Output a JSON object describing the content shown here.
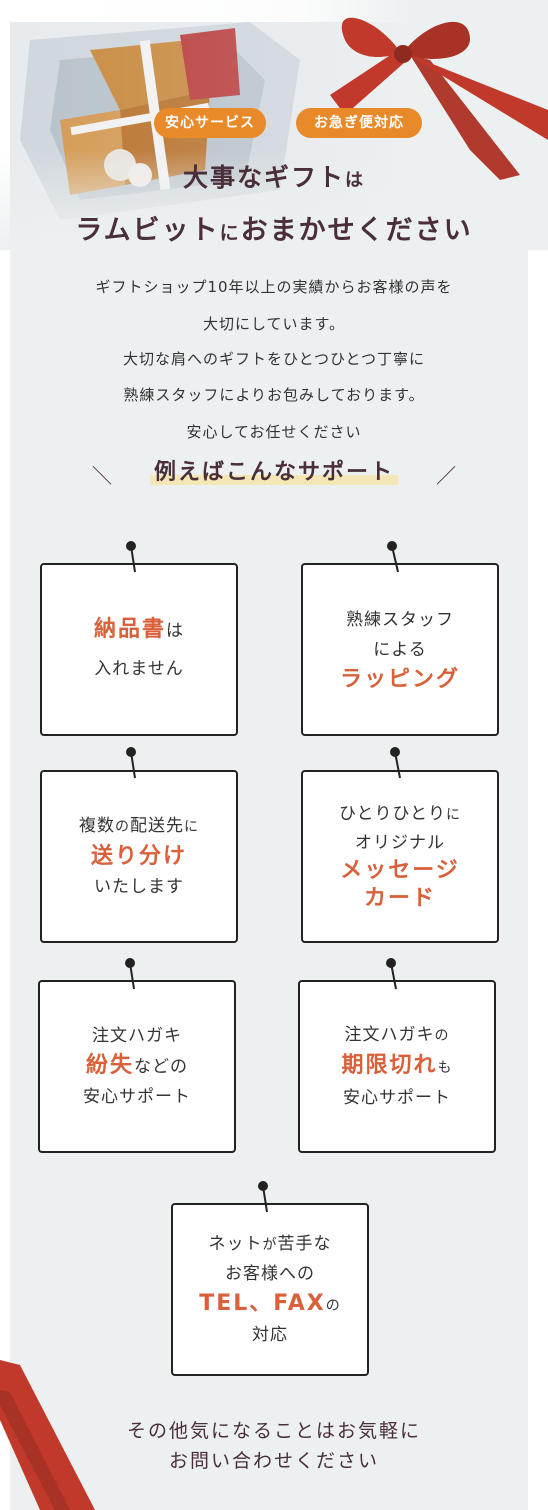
{
  "badges": [
    "安心サービス",
    "お急ぎ便対応"
  ],
  "headline": {
    "line1_main": "大事なギフト",
    "line1_sub": "は",
    "line2_main1": "ラムビット",
    "line2_sub": "に",
    "line2_main2": "おまかせください"
  },
  "intro": [
    "ギフトショップ10年以上の実績からお客様の声を",
    "大切にしています。",
    "大切な肩へのギフトをひとつひとつ丁寧に",
    "熟練スタッフによりお包みしております。",
    "安心してお任せください"
  ],
  "support_title": "例えばこんなサポート",
  "cards": {
    "c1": {
      "accent": "納品書",
      "text1": "は",
      "text2": "入れません"
    },
    "c2": {
      "text1": "熟練スタッフ",
      "text2": "による",
      "accent": "ラッピング"
    },
    "c3": {
      "text1a": "複数",
      "text1b": "の",
      "text1c": "配送先",
      "text1d": "に",
      "accent": "送り分け",
      "text2": "いたします"
    },
    "c4": {
      "text1": "ひとりひとり",
      "text1s": "に",
      "text2": "オリジナル",
      "accent1": "メッセージ",
      "accent2": "カード"
    },
    "c5": {
      "text1": "注文ハガキ",
      "accent": "紛失",
      "text2": "などの",
      "text3": "安心サポート"
    },
    "c6": {
      "text1": "注文ハガキ",
      "text1s": "の",
      "accent": "期限切れ",
      "accent_s": "も",
      "text2": "安心サポート"
    },
    "c7": {
      "text1a": "ネット",
      "text1b": "が",
      "text1c": "苦手な",
      "text2": "お客様への",
      "accent": "TEL、FAX",
      "accent_s": "の",
      "text3": "対応"
    }
  },
  "closing": [
    "その他気になることはお気軽に",
    "お問い合わせください"
  ],
  "colors": {
    "accent": "#d9603a",
    "badge": "#e98a2a",
    "headline": "#4a2e3a",
    "ribbon": "#c0392b",
    "panel": "#edf0f1"
  }
}
